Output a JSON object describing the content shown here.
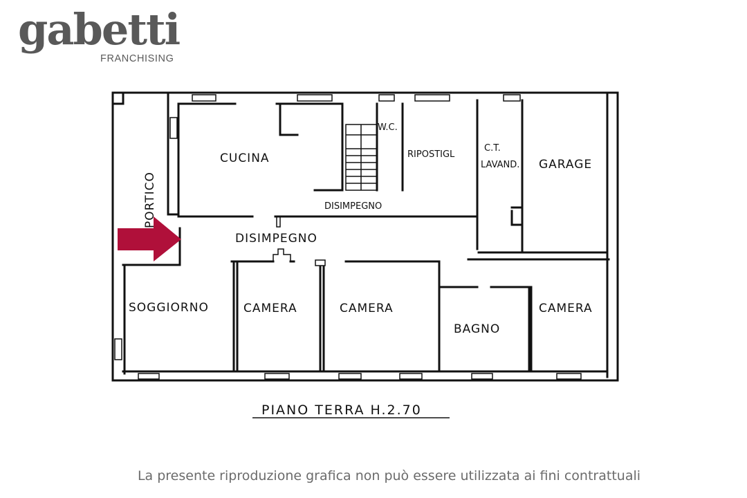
{
  "logo": {
    "word": "gabetti",
    "sub": "FRANCHISING",
    "color": "#595959"
  },
  "plan": {
    "rooms": {
      "portico": "PORTICO",
      "cucina": "CUCINA",
      "wc": "W.C.",
      "ripostiglio": "RIPOSTIGL",
      "ct": "C.T.",
      "lavanderia": "LAVAND.",
      "garage": "GARAGE",
      "disimpegno_upper": "DISIMPEGNO",
      "disimpegno": "DISIMPEGNO",
      "soggiorno": "SOGGIORNO",
      "camera_1": "CAMERA",
      "camera_2": "CAMERA",
      "bagno": "BAGNO",
      "camera_3": "CAMERA"
    },
    "title": "PIANO TERRA H.2.70",
    "entrance_arrow_color": "#b0103a"
  },
  "disclaimer": "La presente riproduzione grafica non può essere utilizzata ai fini contrattuali"
}
